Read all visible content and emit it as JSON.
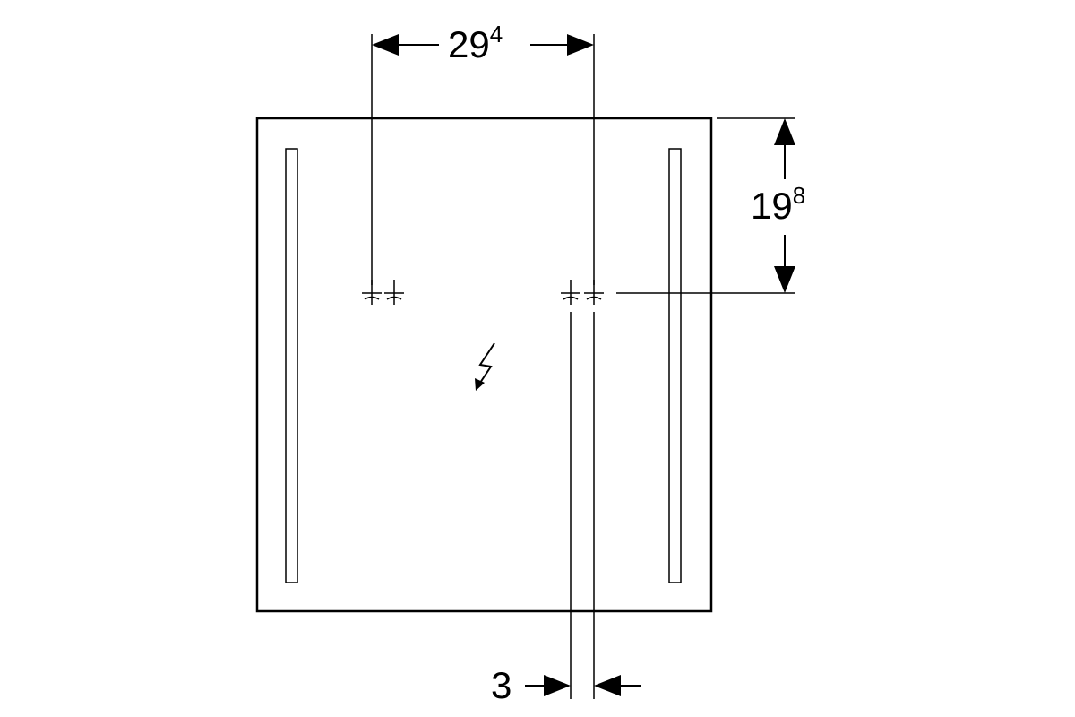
{
  "dimensions": {
    "top": {
      "main": "29",
      "sup": "4"
    },
    "right": {
      "main": "19",
      "sup": "8"
    },
    "bottom": {
      "main": "3"
    }
  },
  "symbols": {
    "electrical": "lightning-bolt-icon"
  },
  "colors": {
    "stroke": "#000000",
    "background": "#ffffff"
  }
}
